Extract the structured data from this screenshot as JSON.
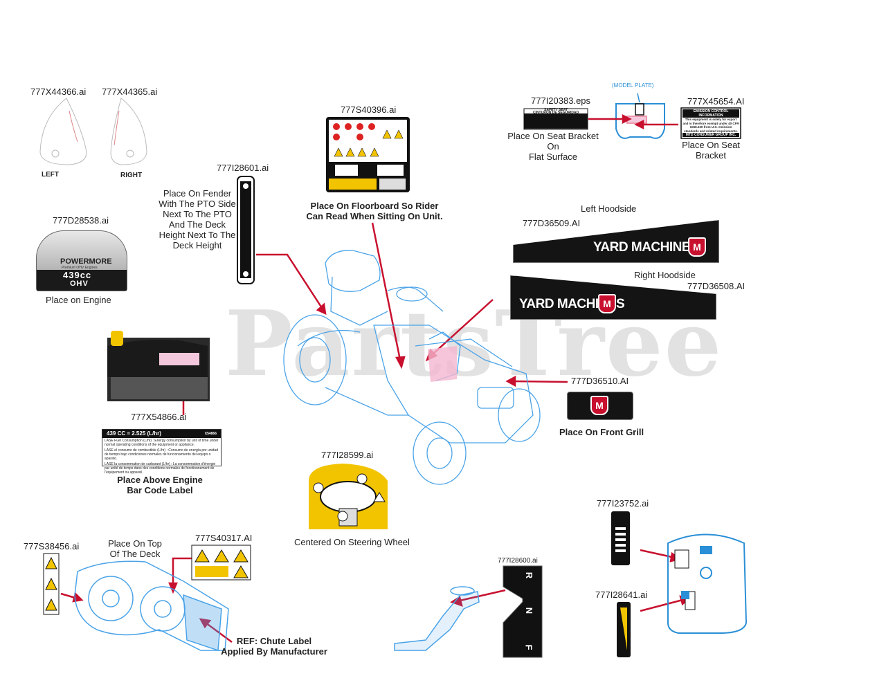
{
  "watermark": "PartsTree",
  "labels": {
    "p44366": "777X44366.ai",
    "p44365": "777X44365.ai",
    "left": "LEFT",
    "right": "RIGHT",
    "p28538": "777D28538.ai",
    "place_engine": "Place on Engine",
    "p28601": "777I28601.ai",
    "place_fender": "Place On Fender\nWith The PTO Side\nNext To The PTO\nAnd The Deck\nHeight Next To The\nDeck Height",
    "p40396": "777S40396.ai",
    "place_floorboard": "Place On Floorboard So Rider\nCan Read When Sitting On Unit.",
    "model_plate": "(MODEL PLATE)",
    "p20383": "777I20383.eps",
    "place_seat_flat": "Place On Seat Bracket On\nFlat Surface",
    "p45654": "777X45654.AI",
    "place_seat_bracket": "Place On Seat\nBracket",
    "left_hoodside": "Left Hoodside",
    "p36509": "777D36509.AI",
    "right_hoodside": "Right Hoodside",
    "p36508": "777D36508.AI",
    "p36510": "777D36510.AI",
    "place_grill": "Place On Front Grill",
    "p54866": "777X54866.ai",
    "place_above_engine": "Place Above Engine\nBar Code Label",
    "p28599": "777I28599.ai",
    "centered_steering": "Centered On Steering Wheel",
    "p38456": "777S38456.ai",
    "place_top_deck": "Place On Top\nOf The Deck",
    "p40317": "777S40317.AI",
    "ref_chute": "REF: Chute Label\nApplied By Manufacturer",
    "p28600": "777I28600.ai",
    "p23752": "777I23752.ai",
    "p28641": "777I28641.ai"
  },
  "decals": {
    "yard_machines": "YARD MACHINES",
    "ym_logo": "M",
    "powermore_brand": "POWERMORE",
    "powermore_sub": "Premium OHV Engines",
    "powermore_cc": "439cc",
    "powermore_ohv": "OHV",
    "fuel_header": "439 CC = 2.525  (L/hr)",
    "fuel_code": "X54866",
    "fuel_line1": "LASE Fuel Consumption (L/hr) : Energy consumption by unit of time under normal operating conditions of the equipment or appliance.",
    "fuel_line2": "LASE el consumo de combustible (L/hr) : Consumo de energía por unidad de tiempo bajo condiciones normales de funcionamiento del equipo o aparato.",
    "fuel_line3": "LASE la consommation de carburant (L/hr) : La consommation d'énergie par unité de temps dans des conditions normales de fonctionnement de l'équipement ou appareil.",
    "seat_title": "SAFETY SEAT",
    "seat_title_es": "CINTURÓN DE SEGURIDAD",
    "emission_title": "EMISSION CONTROL INFORMATION",
    "emission_body": "This equipment is solely for export and is therefore exempt under 40 CFR 1068.230 from U.S. emission standards and related requirements.",
    "emission_footer": "MTD CONSUMER GROUP INC.",
    "lever_r": "R",
    "lever_n": "N",
    "lever_f": "F"
  }
}
